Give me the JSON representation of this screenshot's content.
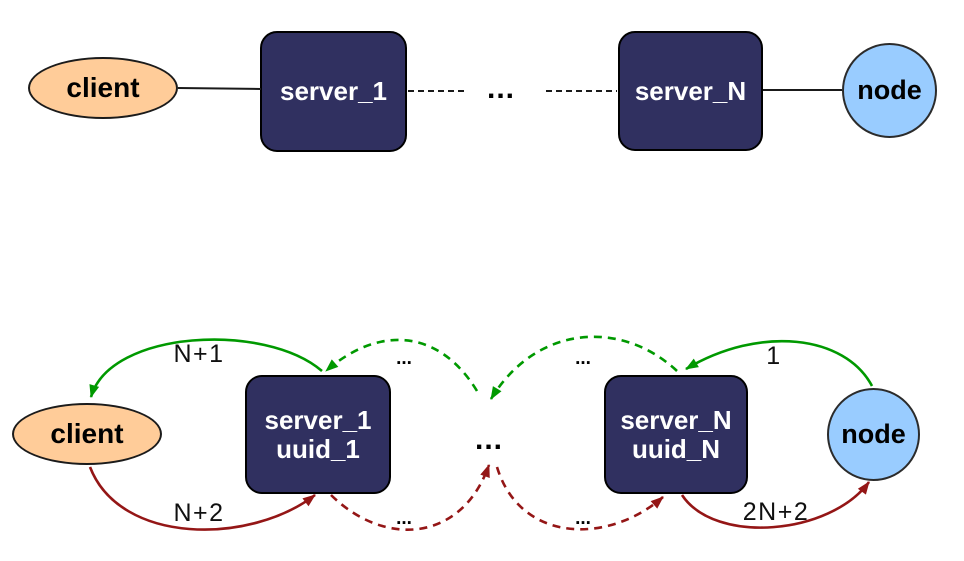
{
  "colors": {
    "client_fill": "#ffcc99",
    "node_fill": "#99ccff",
    "server_fill": "#303060",
    "server_text": "#ffffff",
    "green_arrow": "#009900",
    "red_arrow": "#941616",
    "connector_black": "#1a1a1a"
  },
  "top_diagram": {
    "client_label": "client",
    "server_first_label": "server_1",
    "ellipsis": "...",
    "server_last_label": "server_N",
    "node_label": "node"
  },
  "bottom_diagram": {
    "client_label": "client",
    "server_first_line1": "server_1",
    "server_first_line2": "uuid_1",
    "center_ellipsis": "...",
    "server_last_line1": "server_N",
    "server_last_line2": "uuid_N",
    "node_label": "node",
    "green_labels": {
      "server_first_to_client": "N+1",
      "mid_left": "...",
      "mid_right": "...",
      "node_to_server_last": "1"
    },
    "red_labels": {
      "client_to_server_first": "N+2",
      "mid_left": "...",
      "mid_right": "...",
      "server_last_to_node": "2N+2"
    }
  }
}
